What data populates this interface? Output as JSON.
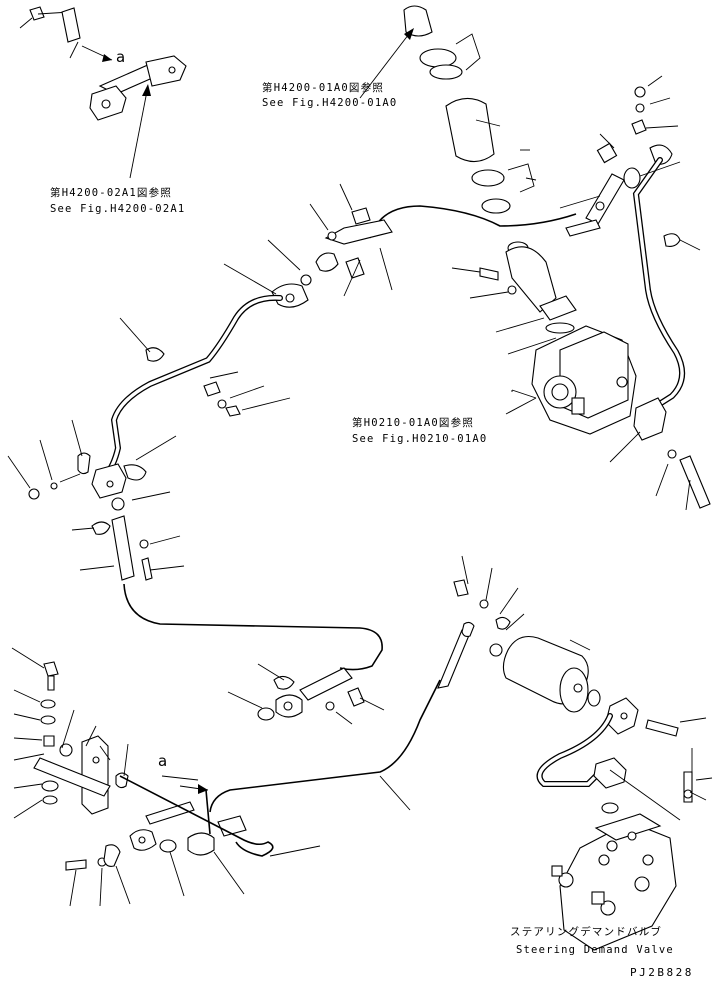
{
  "diagram": {
    "callout_letter": "a",
    "references": {
      "h4200_01a0": {
        "jp": "第H4200-01A0図参照",
        "en": "See Fig.H4200-01A0"
      },
      "h4200_02a1": {
        "jp": "第H4200-02A1図参照",
        "en": "See Fig.H4200-02A1"
      },
      "h0210_01a0": {
        "jp": "第H0210-01A0図参照",
        "en": "See Fig.H0210-01A0"
      }
    },
    "valve_label": {
      "jp": "ステアリングデマンドバルブ",
      "en": "Steering Demand Valve"
    },
    "drawing_code": "PJ2B828"
  }
}
